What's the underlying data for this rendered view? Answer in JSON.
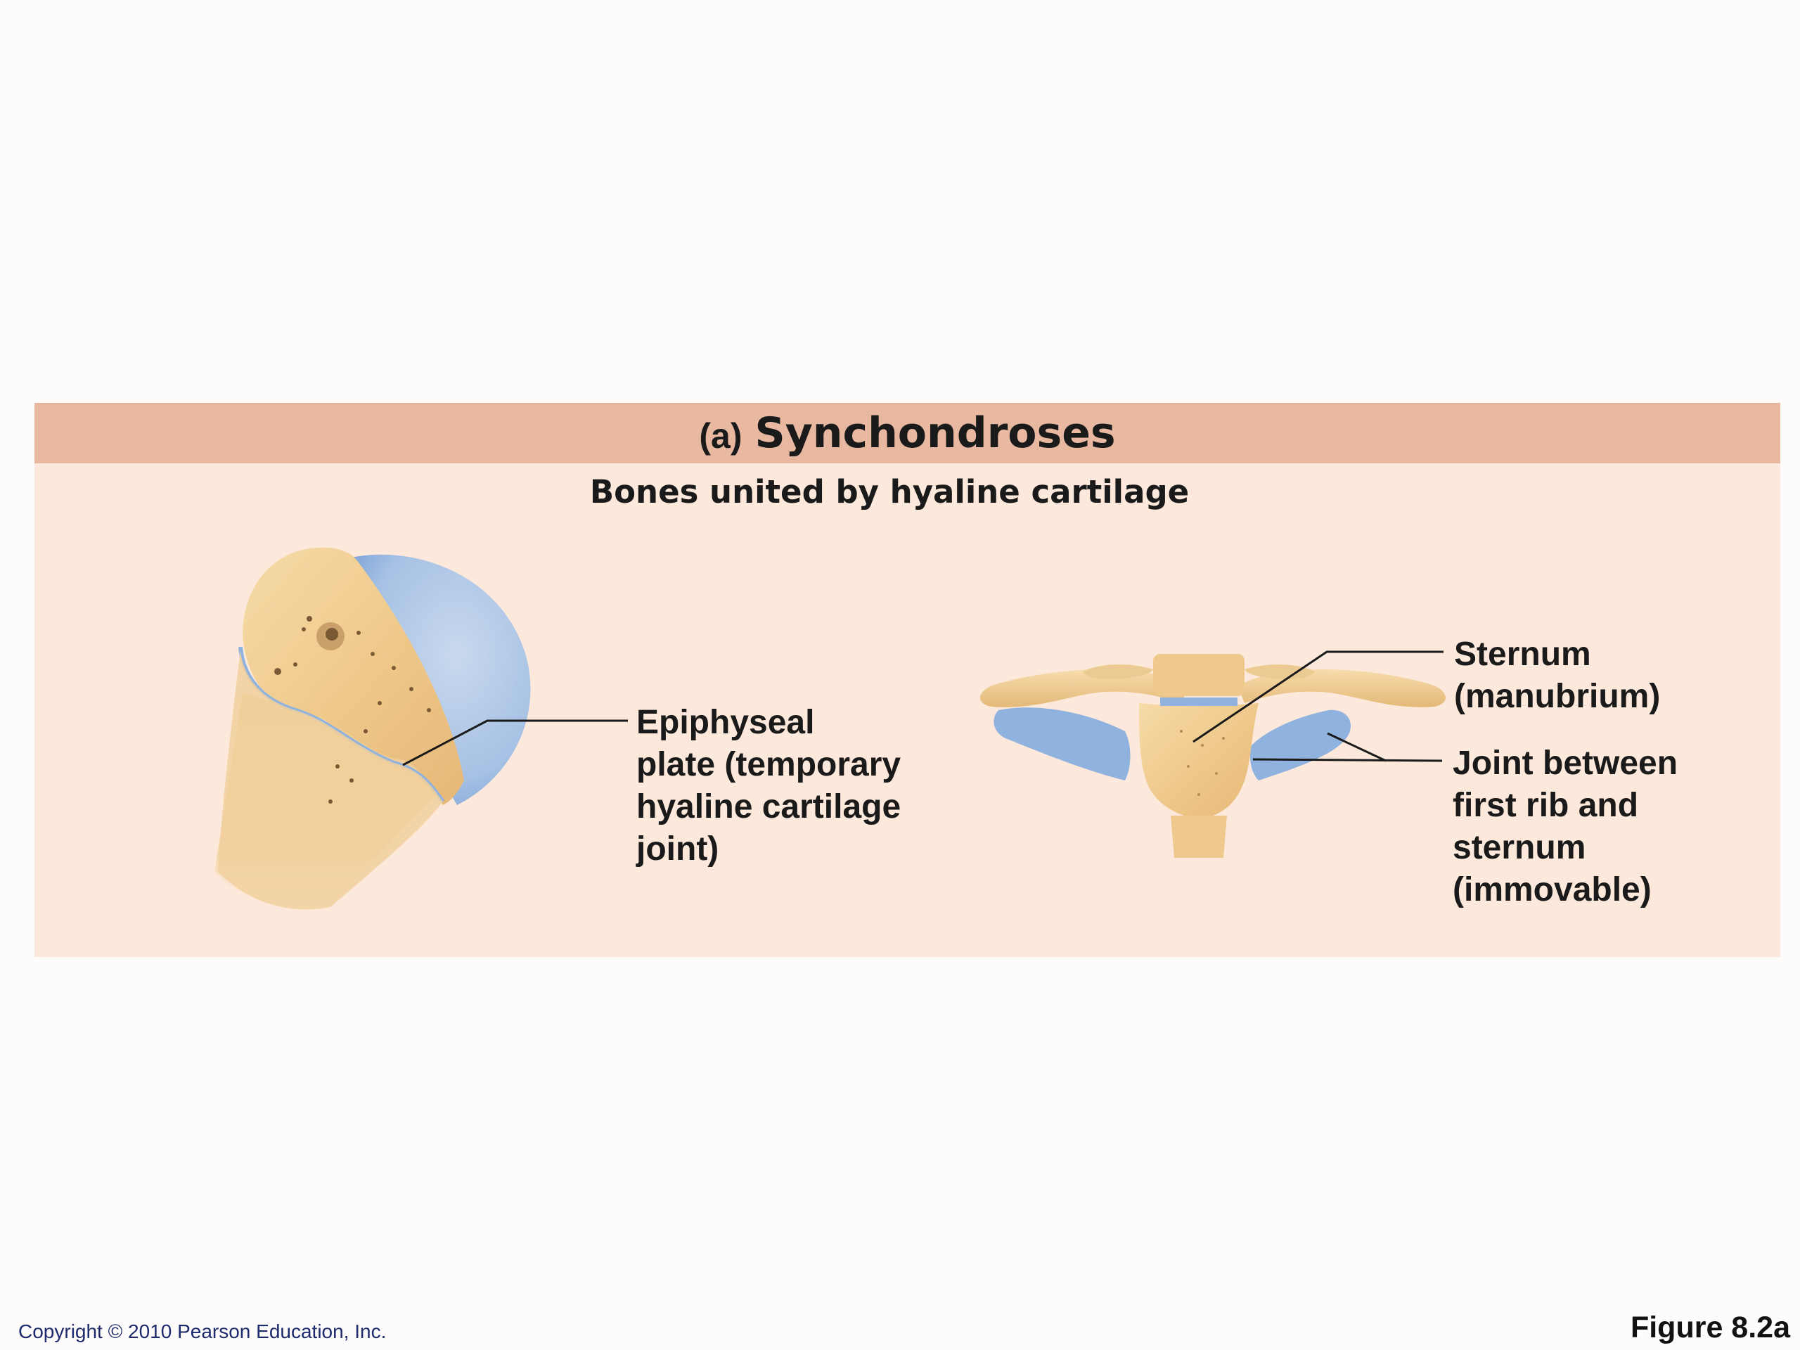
{
  "header": {
    "letter": "(a)",
    "title": "Synchondroses"
  },
  "subtitle": "Bones united by hyaline cartilage",
  "labels": {
    "epiphyseal": "Epiphyseal\nplate (temporary\nhyaline cartilage\njoint)",
    "sternum": "Sternum\n(manubrium)",
    "joint": "Joint between\nfirst rib and\nsternum\n(immovable)"
  },
  "footer": {
    "copyright": "Copyright © 2010 Pearson Education, Inc.",
    "figure": "Figure 8.2a"
  },
  "colors": {
    "banner": "#e8b9a0",
    "panel": "#fde9dc",
    "bone": "#f1cf96",
    "cartilage": "#8fb2de"
  }
}
